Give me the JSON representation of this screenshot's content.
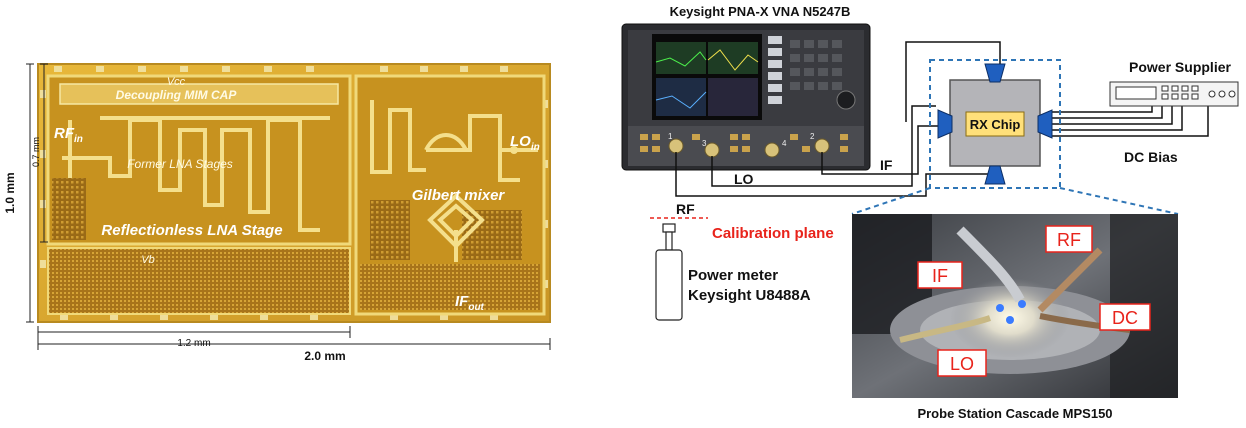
{
  "chip": {
    "vcc": "Vcc",
    "decoupling": "Decoupling MIM CAP",
    "rf_in": "RF",
    "rf_in_sub": "in",
    "former_lna": "Former LNA Stages",
    "reflectionless": "Reflectionless LNA Stage",
    "vb": "Vb",
    "lo_in": "LO",
    "lo_in_sub": "in",
    "gilbert": "Gilbert mixer",
    "if_out": "IF",
    "if_out_sub": "out",
    "dim_07": "0.7 mm",
    "dim_10": "1.0 mm",
    "dim_12": "1.2 mm",
    "dim_20": "2.0 mm"
  },
  "setup": {
    "vna_title": "Keysight PNA-X VNA N5247B",
    "rx_chip": "RX Chip",
    "power_supplier": "Power Supplier",
    "dc_bias": "DC Bias",
    "rf": "RF",
    "lo": "LO",
    "if": "IF",
    "port1": "1",
    "port2": "2",
    "port3": "3",
    "port4": "4",
    "calibration_plane": "Calibration plane",
    "power_meter_1": "Power meter",
    "power_meter_2": "Keysight U8488A",
    "photo_if": "IF",
    "photo_rf": "RF",
    "photo_dc": "DC",
    "photo_lo": "LO",
    "probe_station": "Probe Station Cascade MPS150"
  },
  "colors": {
    "chip_gold": "#d9a929",
    "calibration_red": "#e8231b",
    "dashed_blue": "#2e75b6",
    "probe_blue": "#1f5fbf"
  }
}
